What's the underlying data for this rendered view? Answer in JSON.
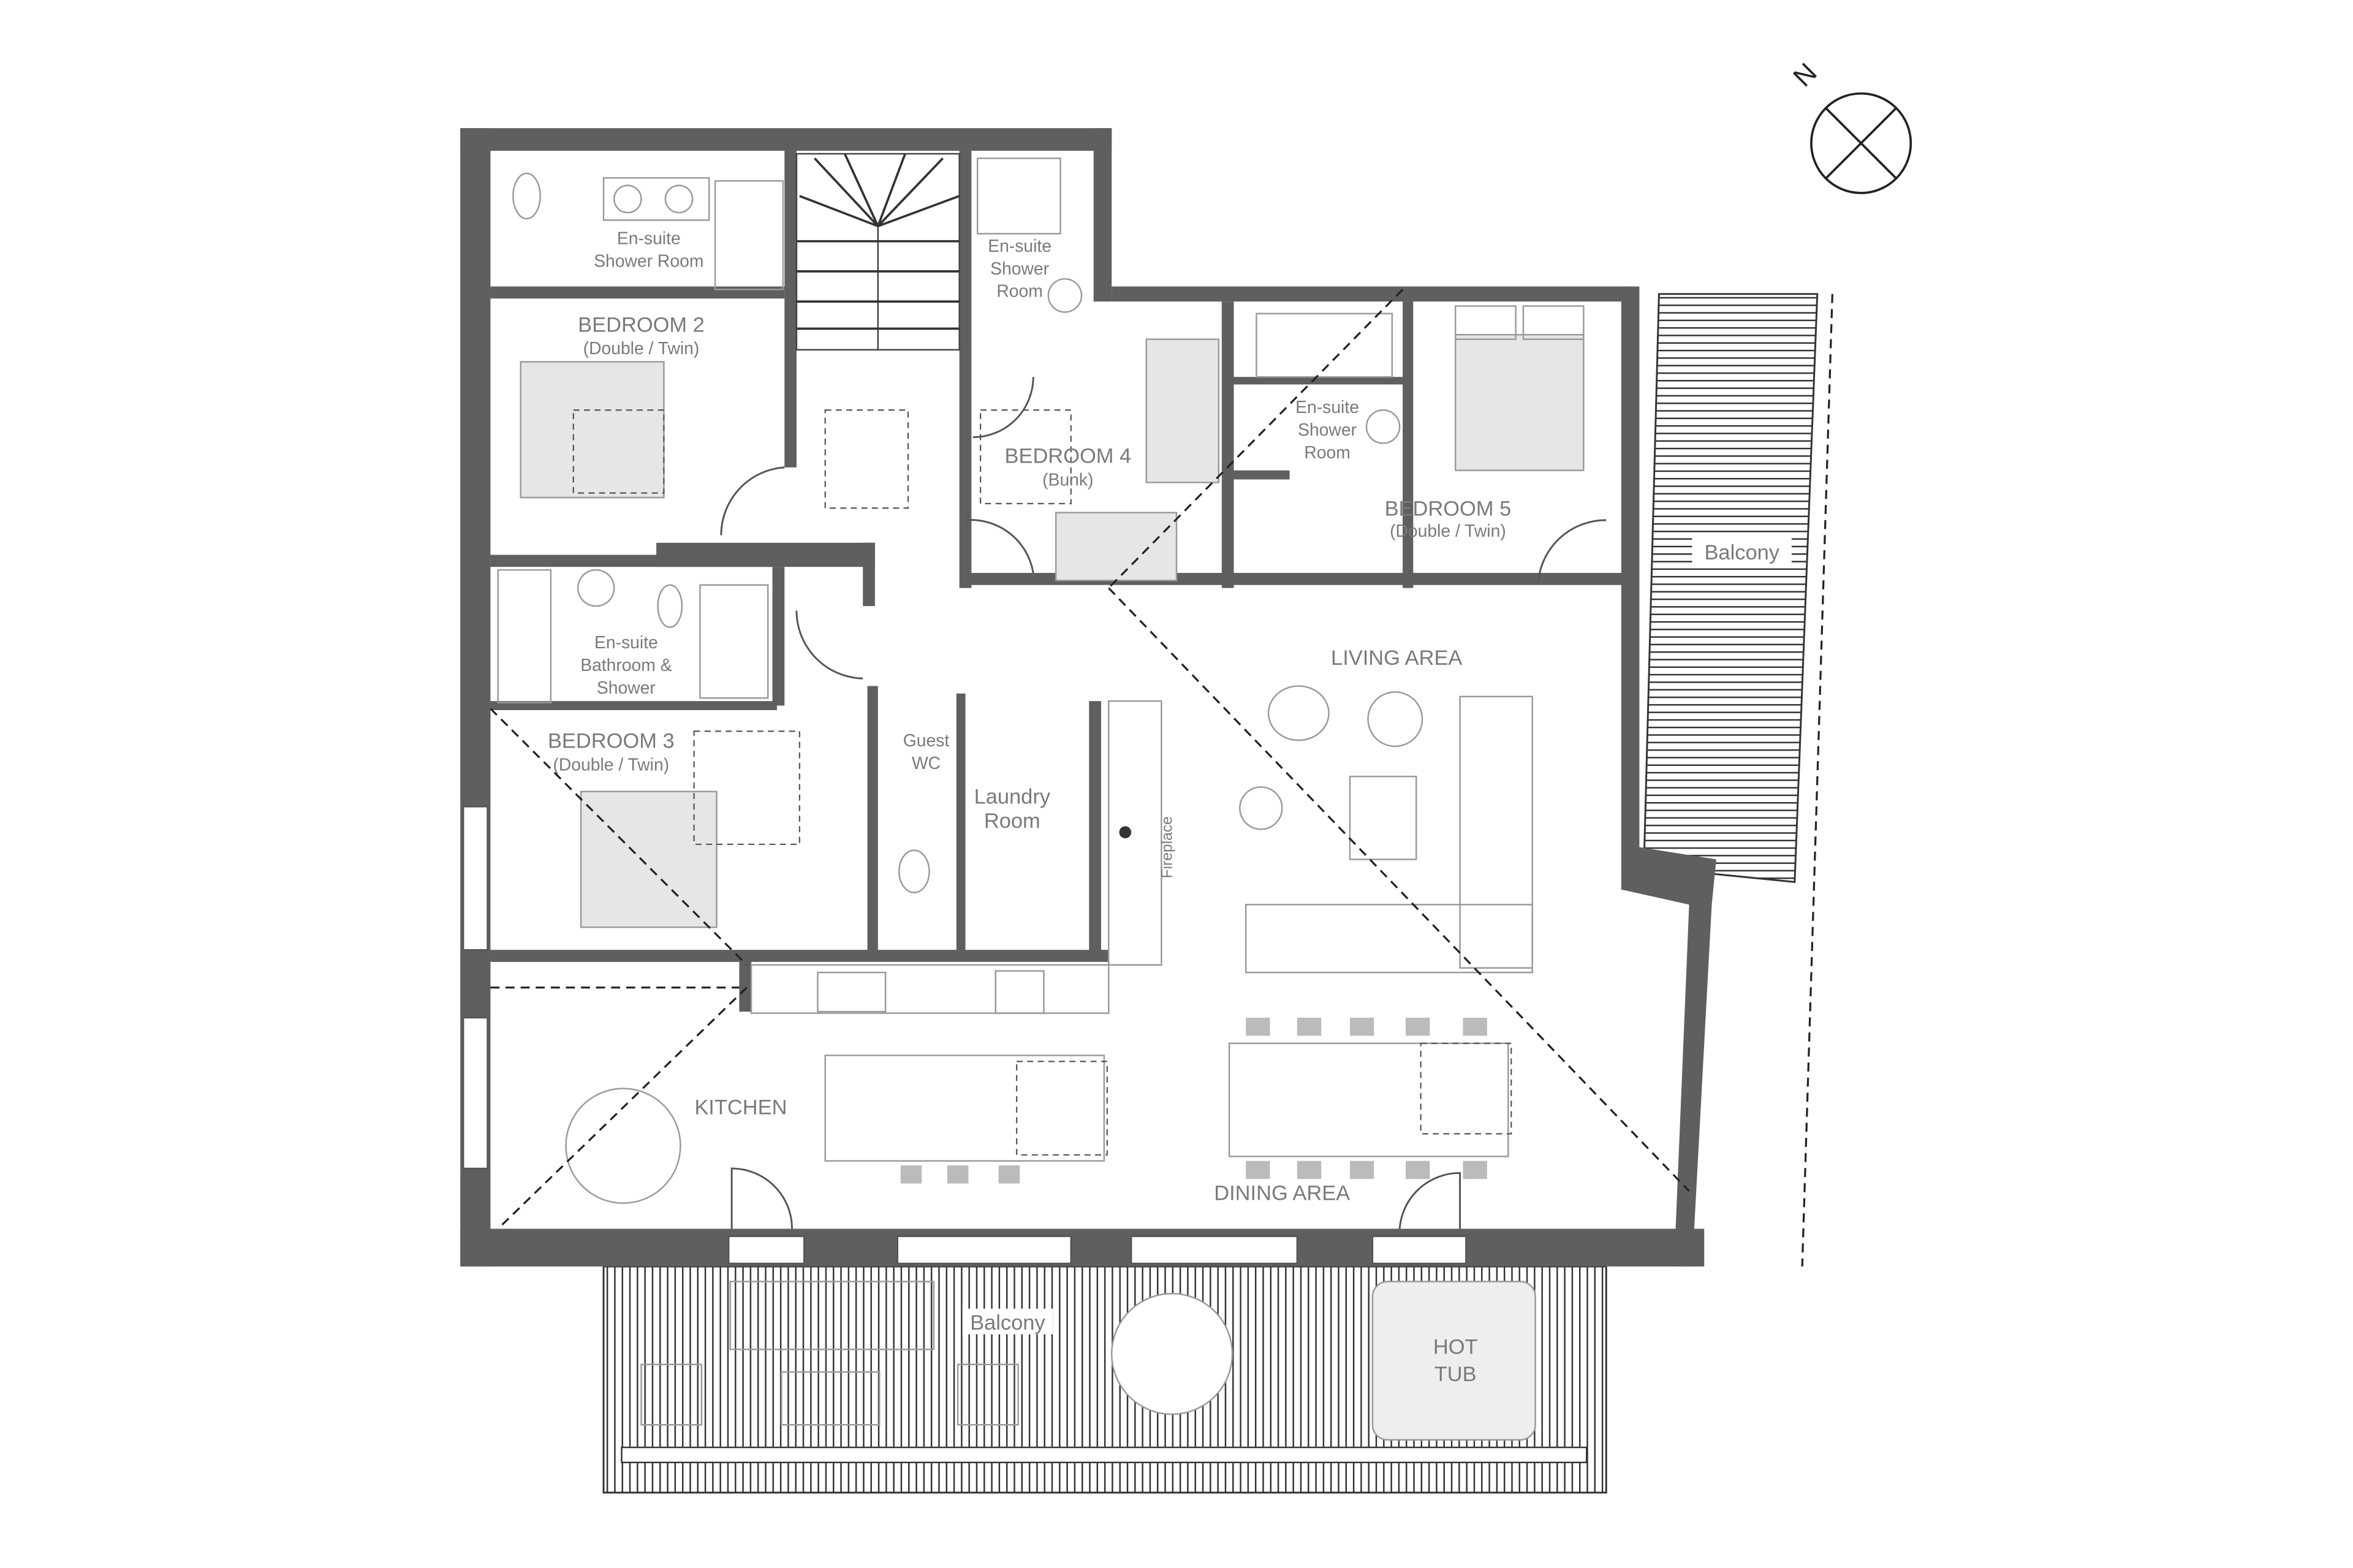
{
  "plan": {
    "compass": {
      "label": "N"
    },
    "rooms": {
      "ensuite1": [
        "En-suite",
        "Shower Room"
      ],
      "bedroom2": {
        "name": "BEDROOM 2",
        "type": "(Double / Twin)"
      },
      "ensuite2": [
        "En-suite",
        "Shower",
        "Room"
      ],
      "bedroom4": {
        "name": "BEDROOM 4",
        "type": "(Bunk)"
      },
      "ensuite3": [
        "En-suite",
        "Shower",
        "Room"
      ],
      "bedroom5": {
        "name": "BEDROOM 5",
        "type": "(Double / Twin)"
      },
      "balcony_east": "Balcony",
      "living": "LIVING AREA",
      "ensuite4": [
        "En-suite",
        "Bathroom &",
        "Shower"
      ],
      "bedroom3": {
        "name": "BEDROOM 3",
        "type": "(Double / Twin)"
      },
      "guest_wc": [
        "Guest",
        "WC"
      ],
      "laundry": [
        "Laundry",
        "Room"
      ],
      "fireplace": "Fireplace",
      "kitchen": "KITCHEN",
      "dining": "DINING AREA",
      "balcony_south": "Balcony",
      "hot_tub": [
        "HOT",
        "TUB"
      ]
    },
    "colors": {
      "wall": "#5f5f5f",
      "label": "#7a7a7a",
      "line": "#555555"
    }
  }
}
